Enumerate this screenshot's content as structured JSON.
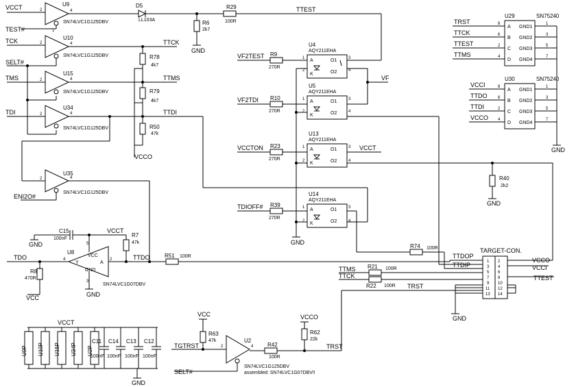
{
  "nets": {
    "vcct_u9": "VCCT",
    "test_n": "TEST#",
    "tck": "TCK",
    "selt_n": "SELT#",
    "tms": "TMS",
    "tdi": "TDI",
    "enizo_n": "ENI2O#",
    "tdo": "TDO",
    "ttest": "TTEST",
    "ttck": "TTCK",
    "ttms": "TTMS",
    "ttdi": "TTDI",
    "vcco_mid": "VCCO",
    "vf2test": "VF2TEST",
    "vf2tdi": "VF2TDI",
    "vf": "VF",
    "vccton": "VCCTON",
    "vcct_u13": "VCCT",
    "tdioff_n": "TDIOFF#",
    "vcct_u8": "VCCT",
    "ttdo": "TTDO",
    "vcc_r8": "VCC",
    "gnd_r6": "GND",
    "gnd_c15": "GND",
    "gnd_u8": "GND",
    "gnd_u4": "GND",
    "gnd_r40": "GND",
    "gnd_conn": "GND",
    "gnd_u29": "GND",
    "gnd_dec": "GND",
    "vcct_dec": "VCCT",
    "vcc_r63": "VCC",
    "vcco_r62": "VCCO",
    "tgtrst": "TGTRST",
    "selt_u2": "SELT#",
    "trst": "TRST",
    "ttdop": "TTDOP",
    "ttdip": "TTDIP",
    "vcco_conn": "VCCO",
    "vcci_conn": "VCCI",
    "ttest_conn": "TTEST",
    "ttms_conn": "TTMS",
    "ttck_conn": "TTCK",
    "trst_conn": "TRST",
    "u29_trst": "TRST",
    "u29_ttck": "TTCK",
    "u29_ttest": "TTEST",
    "u29_ttms": "TTMS",
    "u30_vcci": "VCCI",
    "u30_ttdo": "TTDO",
    "u30_ttdi": "TTDI",
    "u30_vcco": "VCCO"
  },
  "parts": {
    "U9": {
      "ref": "U9",
      "value": "SN74LVC1G125DBV"
    },
    "U10": {
      "ref": "U10",
      "value": "SN74LVC1G125DBV"
    },
    "U15": {
      "ref": "U15",
      "value": "SN74LVC1G125DBV"
    },
    "U34": {
      "ref": "U34",
      "value": "SN74LVC1G125DBV"
    },
    "U35": {
      "ref": "U35",
      "value": "SN74LVC1G125DBV"
    },
    "U8": {
      "ref": "U8",
      "value": "SN74LVC1G07DBV"
    },
    "U2": {
      "ref": "U2",
      "value": "SN74LVC1G125DBV",
      "note": "assembled: SN74LVC1G07DBV!!"
    },
    "D5": {
      "ref": "D5",
      "value": "LL103A"
    },
    "R29": {
      "ref": "R29",
      "value": "100R"
    },
    "R6": {
      "ref": "R6",
      "value": "2k7"
    },
    "R78": {
      "ref": "R78",
      "value": "4k7"
    },
    "R79": {
      "ref": "R79",
      "value": "4k7"
    },
    "R50": {
      "ref": "R50",
      "value": "47k"
    },
    "R7": {
      "ref": "R7",
      "value": "47k"
    },
    "R8": {
      "ref": "R8",
      "value": "470R"
    },
    "R51": {
      "ref": "R51",
      "value": "100R"
    },
    "C15": {
      "ref": "C15",
      "value": "100nF"
    },
    "R9": {
      "ref": "R9",
      "value": "270R"
    },
    "R10": {
      "ref": "R10",
      "value": "270R"
    },
    "R23": {
      "ref": "R23",
      "value": "270R"
    },
    "R39": {
      "ref": "R39",
      "value": "270R"
    },
    "U4": {
      "ref": "U4",
      "value": "AQY211EHA"
    },
    "U5": {
      "ref": "U5",
      "value": "AQY211EHA"
    },
    "U13": {
      "ref": "U13",
      "value": "AQY211EHA"
    },
    "U14": {
      "ref": "U14",
      "value": "AQY211EHA"
    },
    "R40": {
      "ref": "R40",
      "value": "2k2"
    },
    "R74": {
      "ref": "R74",
      "value": "100R"
    },
    "R21": {
      "ref": "R21",
      "value": "100R"
    },
    "R22": {
      "ref": "R22",
      "value": "100R"
    },
    "R63": {
      "ref": "R63",
      "value": "47k"
    },
    "R62": {
      "ref": "R62",
      "value": "22k"
    },
    "R42": {
      "ref": "R42",
      "value": "100R"
    },
    "C11": {
      "ref": "C11",
      "value": "100nF"
    },
    "C14": {
      "ref": "C14",
      "value": "100nF"
    },
    "C13": {
      "ref": "C13",
      "value": "100nF"
    },
    "C12": {
      "ref": "C12",
      "value": "100nF"
    },
    "U29": {
      "ref": "U29",
      "value": "SN75240"
    },
    "U30": {
      "ref": "U30",
      "value": "SN75240"
    },
    "CONN": {
      "ref": "TARGET-CON."
    },
    "U9P": {
      "ref": "U9P"
    },
    "U10P": {
      "ref": "U10P"
    },
    "U15P": {
      "ref": "U15P"
    },
    "U34P": {
      "ref": "U34P"
    },
    "U2P": {
      "ref": "U2P"
    }
  },
  "pinlabels": {
    "vcc": "VCC",
    "gnd": "GND",
    "a": "A",
    "y": "Y",
    "o1": "O1",
    "o2": "O2",
    "k": "K",
    "A": "A",
    "B": "B",
    "C": "C",
    "D": "D",
    "gnd1": "GND1",
    "gnd2": "GND2",
    "gnd3": "GND3",
    "gnd4": "GND4"
  },
  "pins": {
    "p1": "1",
    "p2": "2",
    "p3": "3",
    "p4": "4",
    "p5": "5",
    "p6": "6",
    "p7": "7",
    "p8": "8",
    "p9": "9",
    "p10": "10",
    "p11": "11",
    "p12": "12",
    "p13": "13",
    "p14": "14"
  }
}
